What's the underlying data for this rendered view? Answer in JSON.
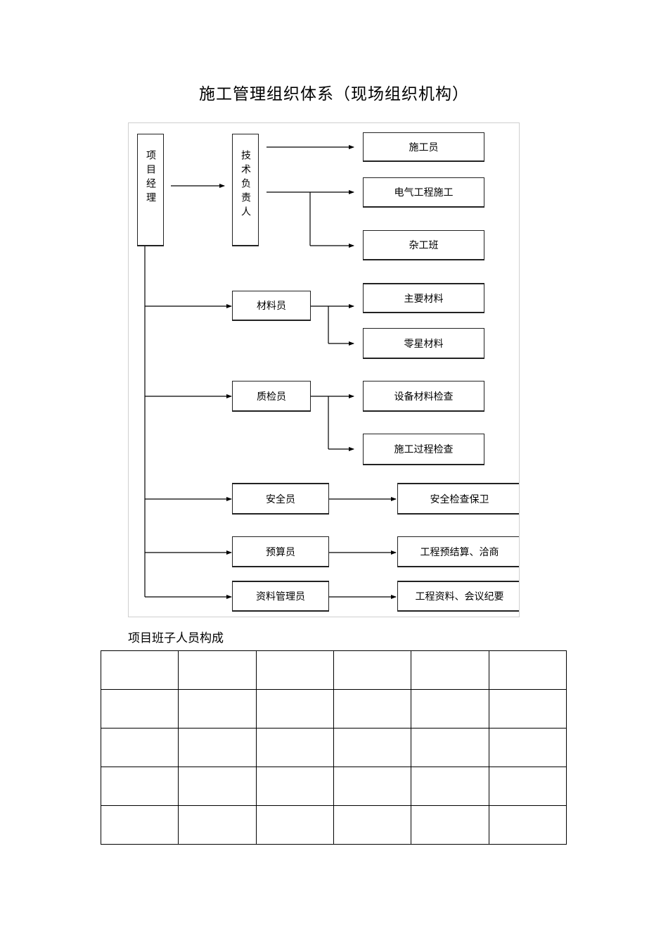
{
  "title": "施工管理组织体系（现场组织机构）",
  "org_chart": {
    "root": "项目经理",
    "tech_lead": "技术负责人",
    "tech_children": [
      "施工员",
      "电气工程施工",
      "杂工班"
    ],
    "material_officer": "材料员",
    "material_children": [
      "主要材料",
      "零星材料"
    ],
    "quality_inspector": "质检员",
    "quality_children": [
      "设备材料检查",
      "施工过程检查"
    ],
    "safety_officer": "安全员",
    "safety_child": "安全检查保卫",
    "budget_officer": "预算员",
    "budget_child": "工程预结算、洽商",
    "records_manager": "资料管理员",
    "records_child": "工程资料、会议纪要"
  },
  "caption": "项目班子人员构成",
  "table": {
    "rows": 5,
    "cols": 6,
    "cells": [
      [
        "",
        "",
        "",
        "",
        "",
        ""
      ],
      [
        "",
        "",
        "",
        "",
        "",
        ""
      ],
      [
        "",
        "",
        "",
        "",
        "",
        ""
      ],
      [
        "",
        "",
        "",
        "",
        "",
        ""
      ],
      [
        "",
        "",
        "",
        "",
        "",
        ""
      ]
    ]
  }
}
